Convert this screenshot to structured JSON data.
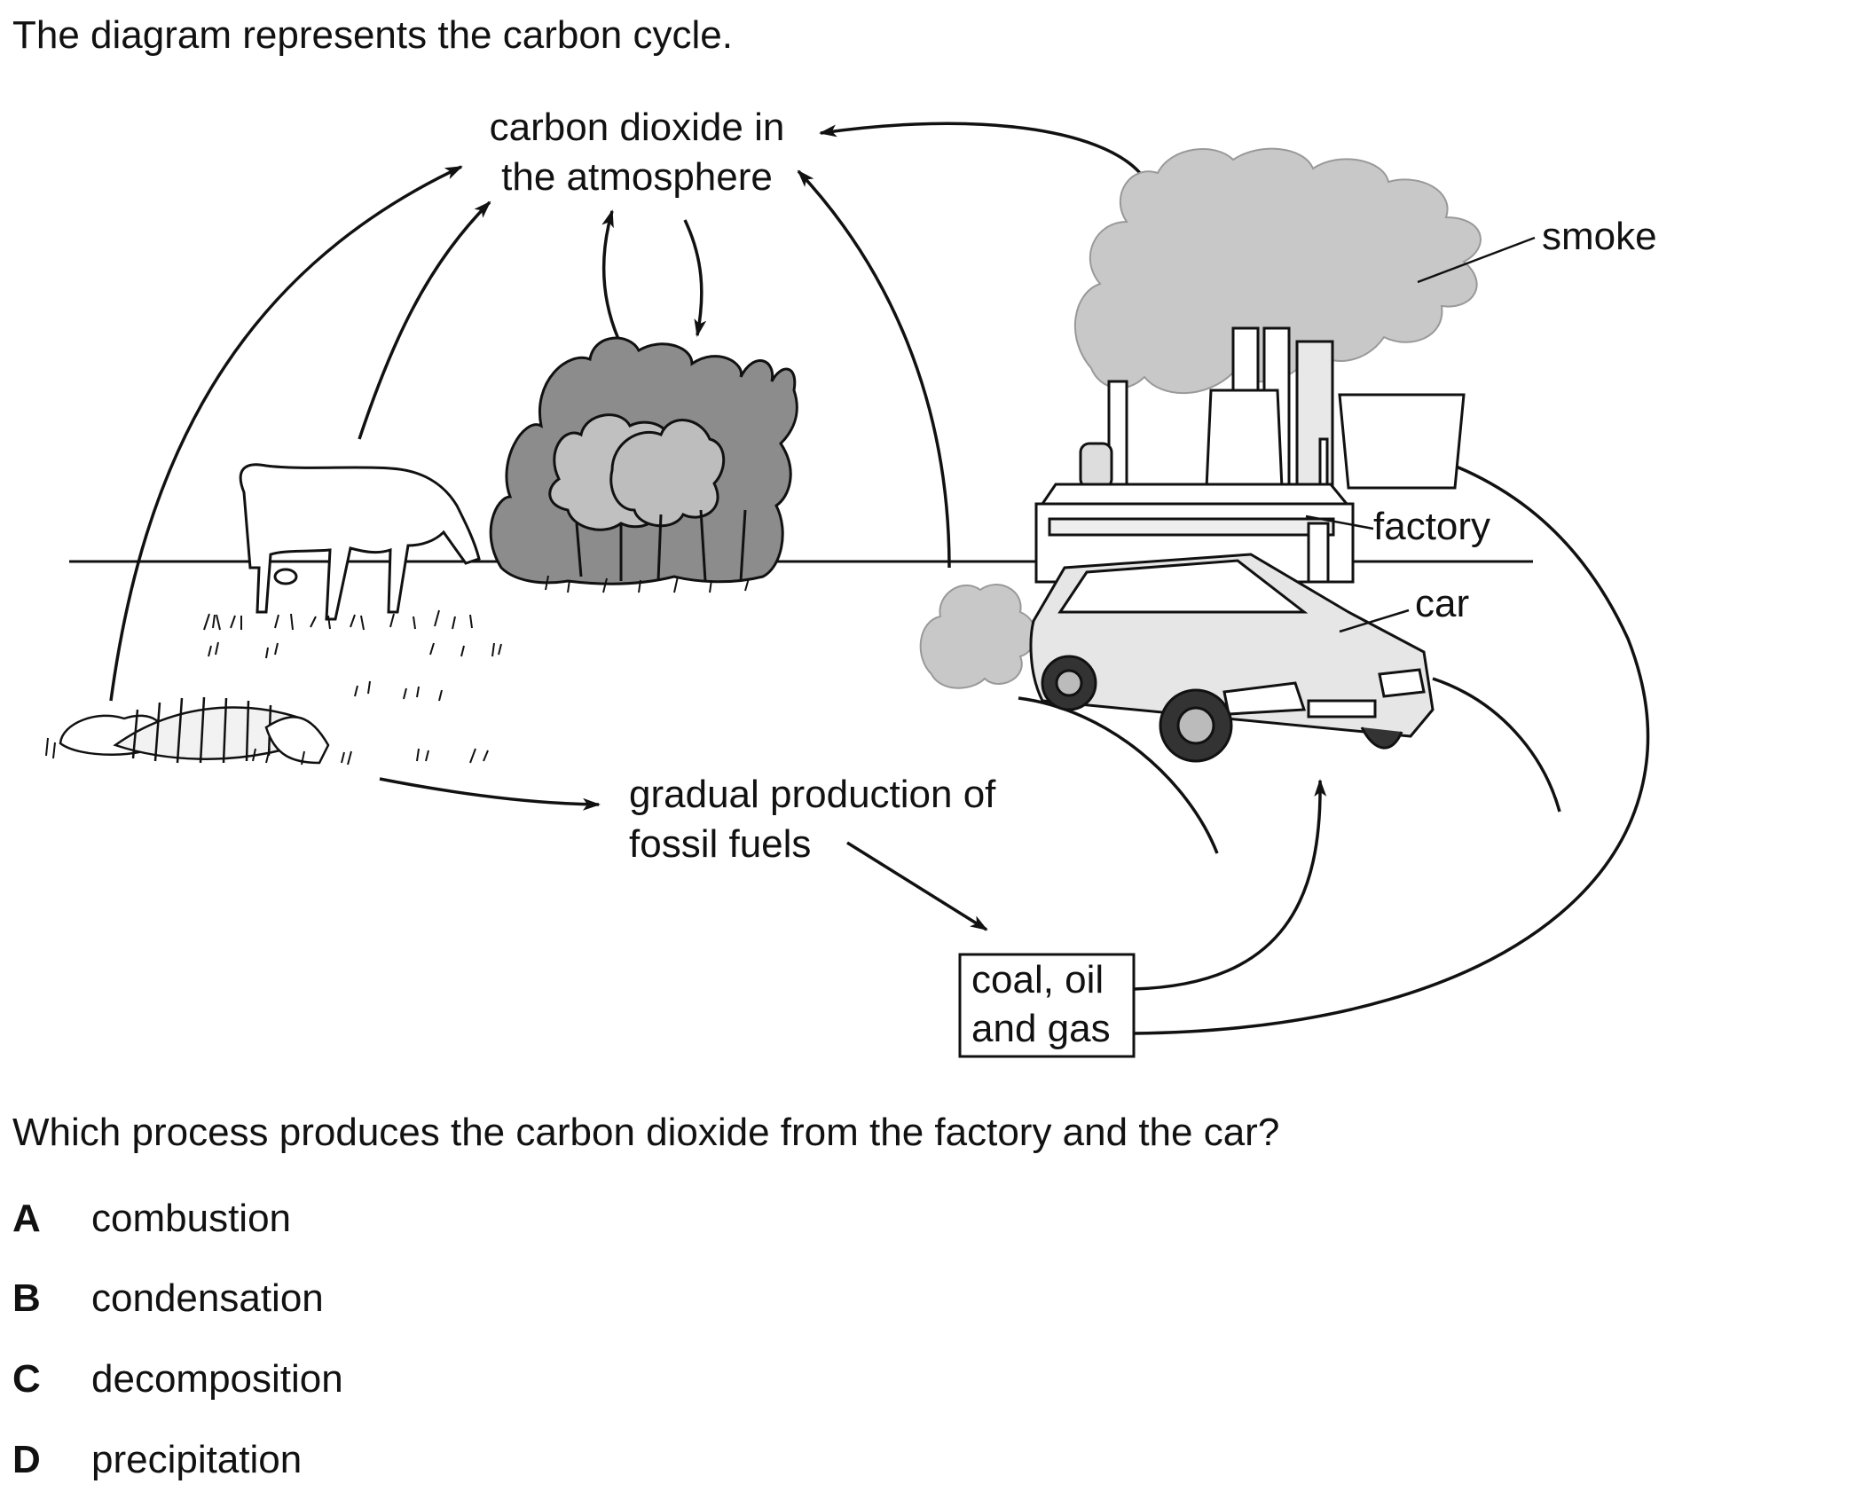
{
  "intro": "The diagram represents the carbon cycle.",
  "diagram": {
    "atmosphere_line1": "carbon dioxide in",
    "atmosphere_line2": "the atmosphere",
    "smoke": "smoke",
    "factory": "factory",
    "car": "car",
    "fossil_line1": "gradual production of",
    "fossil_line2": "fossil fuels",
    "coal_line1": "coal, oil",
    "coal_line2": "and gas"
  },
  "question": "Which process produces the carbon dioxide from the factory and the car?",
  "options": [
    {
      "letter": "A",
      "text": "combustion"
    },
    {
      "letter": "B",
      "text": "condensation"
    },
    {
      "letter": "C",
      "text": "decomposition"
    },
    {
      "letter": "D",
      "text": "precipitation"
    }
  ]
}
